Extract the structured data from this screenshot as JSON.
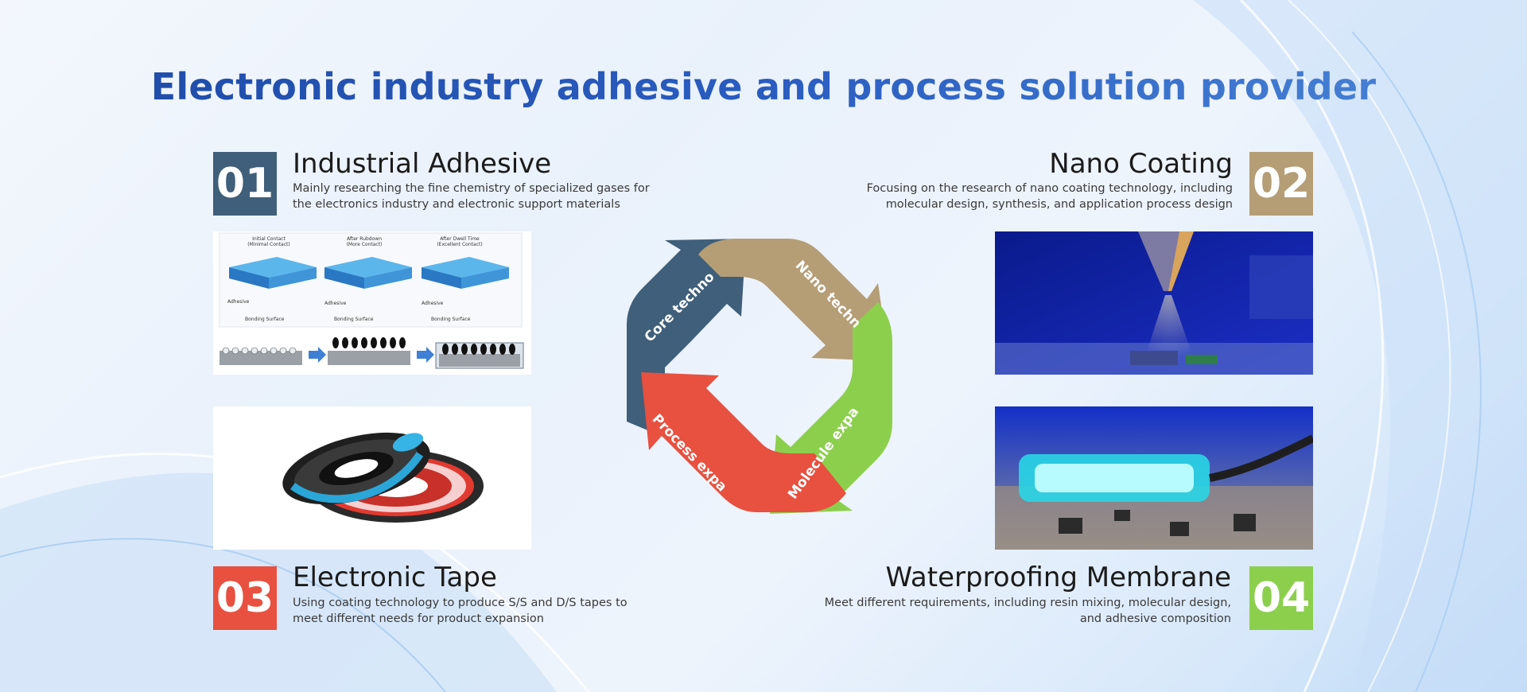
{
  "header": {
    "title": "Electronic industry adhesive and process solution provider"
  },
  "sections": [
    {
      "number": "01",
      "title": "Industrial Adhesive",
      "description": "Mainly researching the fine chemistry of specialized gases for the electronics industry and electronic support materials",
      "color": "#3f5f7a"
    },
    {
      "number": "02",
      "title": "Nano Coating",
      "description": "Focusing on the research of nano coating technology, including molecular design, synthesis, and application process design",
      "color": "#b59d76"
    },
    {
      "number": "03",
      "title": "Electronic Tape",
      "description": "Using coating technology to produce S/S and D/S tapes to meet different needs for product expansion",
      "color": "#e8503f"
    },
    {
      "number": "04",
      "title": "Waterproofing Membrane",
      "description": "Meet different requirements, including resin mixing, molecular design, and adhesive composition",
      "color": "#8ccf4d"
    }
  ],
  "adhesive_diagram": {
    "stages": [
      {
        "label": "Initial Contact",
        "sub": "(Minimal Contact)"
      },
      {
        "label": "After Rubdown",
        "sub": "(More Contact)"
      },
      {
        "label": "After Dwell Time",
        "sub": "(Excellent Contact)"
      }
    ],
    "adhesive_label": "Adhesive",
    "surface_label": "Bonding Surface"
  },
  "cycle": {
    "segments": [
      {
        "label": "Core technology",
        "color": "#3f5f7a"
      },
      {
        "label": "Nano technology",
        "color": "#b59d76"
      },
      {
        "label": "Molecule expanding",
        "color": "#8ccf4d"
      },
      {
        "label": "Process expanding",
        "color": "#e8503f"
      }
    ]
  }
}
